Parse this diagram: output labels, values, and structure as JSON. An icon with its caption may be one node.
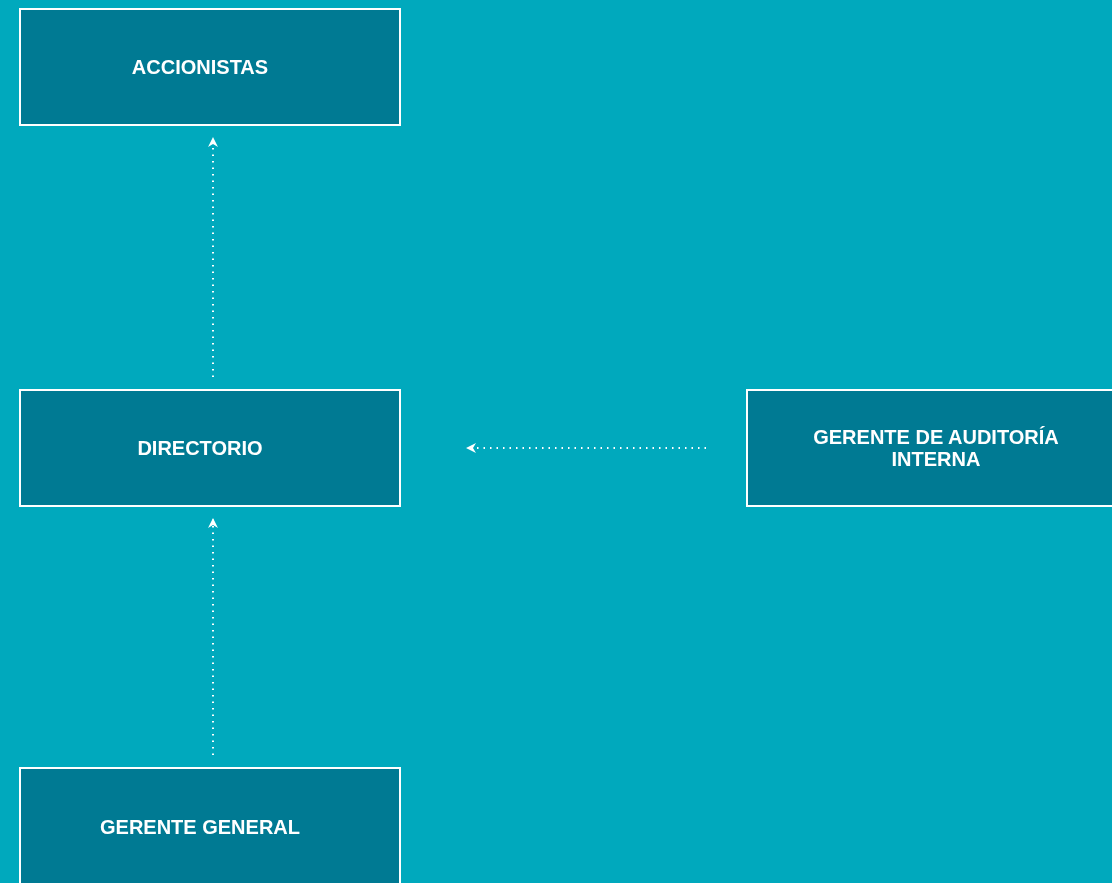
{
  "diagram": {
    "nodes": [
      {
        "text": [
          "ACCIONISTAS"
        ]
      },
      {
        "text": [
          "DIRECTORIO"
        ]
      },
      {
        "text": [
          "GERENTE DE AUDITORÍA INTERNA"
        ]
      },
      {
        "text": [
          "GERENTE GENERAL"
        ]
      }
    ],
    "edges": [
      {
        "from": 1,
        "to": 0,
        "arrow": "to",
        "style": "dashed"
      },
      {
        "from": 3,
        "to": 1,
        "arrow": "to",
        "style": "dashed"
      },
      {
        "from": 2,
        "to": 1,
        "arrow": "to",
        "style": "dashed"
      }
    ]
  }
}
